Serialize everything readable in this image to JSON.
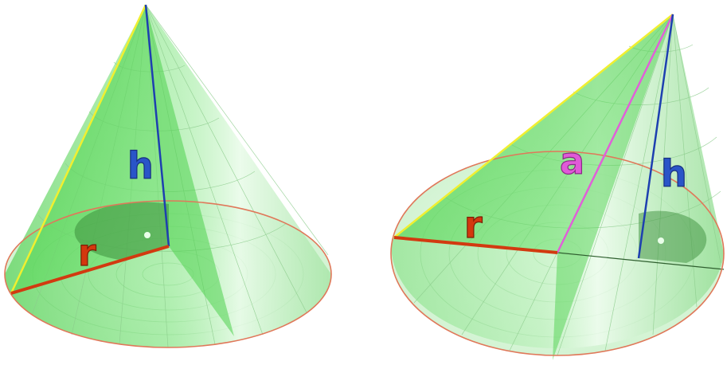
{
  "left_cone": {
    "height_label": "h",
    "radius_label": "r"
  },
  "right_cone": {
    "slant_label": "a",
    "height_label": "h",
    "radius_label": "r"
  },
  "colors": {
    "cone_fill": "#7fe07f",
    "cone_dark": "#3fbf3f",
    "base_fill": "#d7f5d7",
    "grid": "#9fcf9f",
    "rim": "#e0785a",
    "radius_line": "#d23a10",
    "height_line": "#1d3fb0",
    "slant_line": "#e060d8",
    "generator_line": "#f0ef30",
    "label_h": "#2a55c8",
    "label_r": "#d4380e",
    "label_a": "#e05ad8"
  }
}
